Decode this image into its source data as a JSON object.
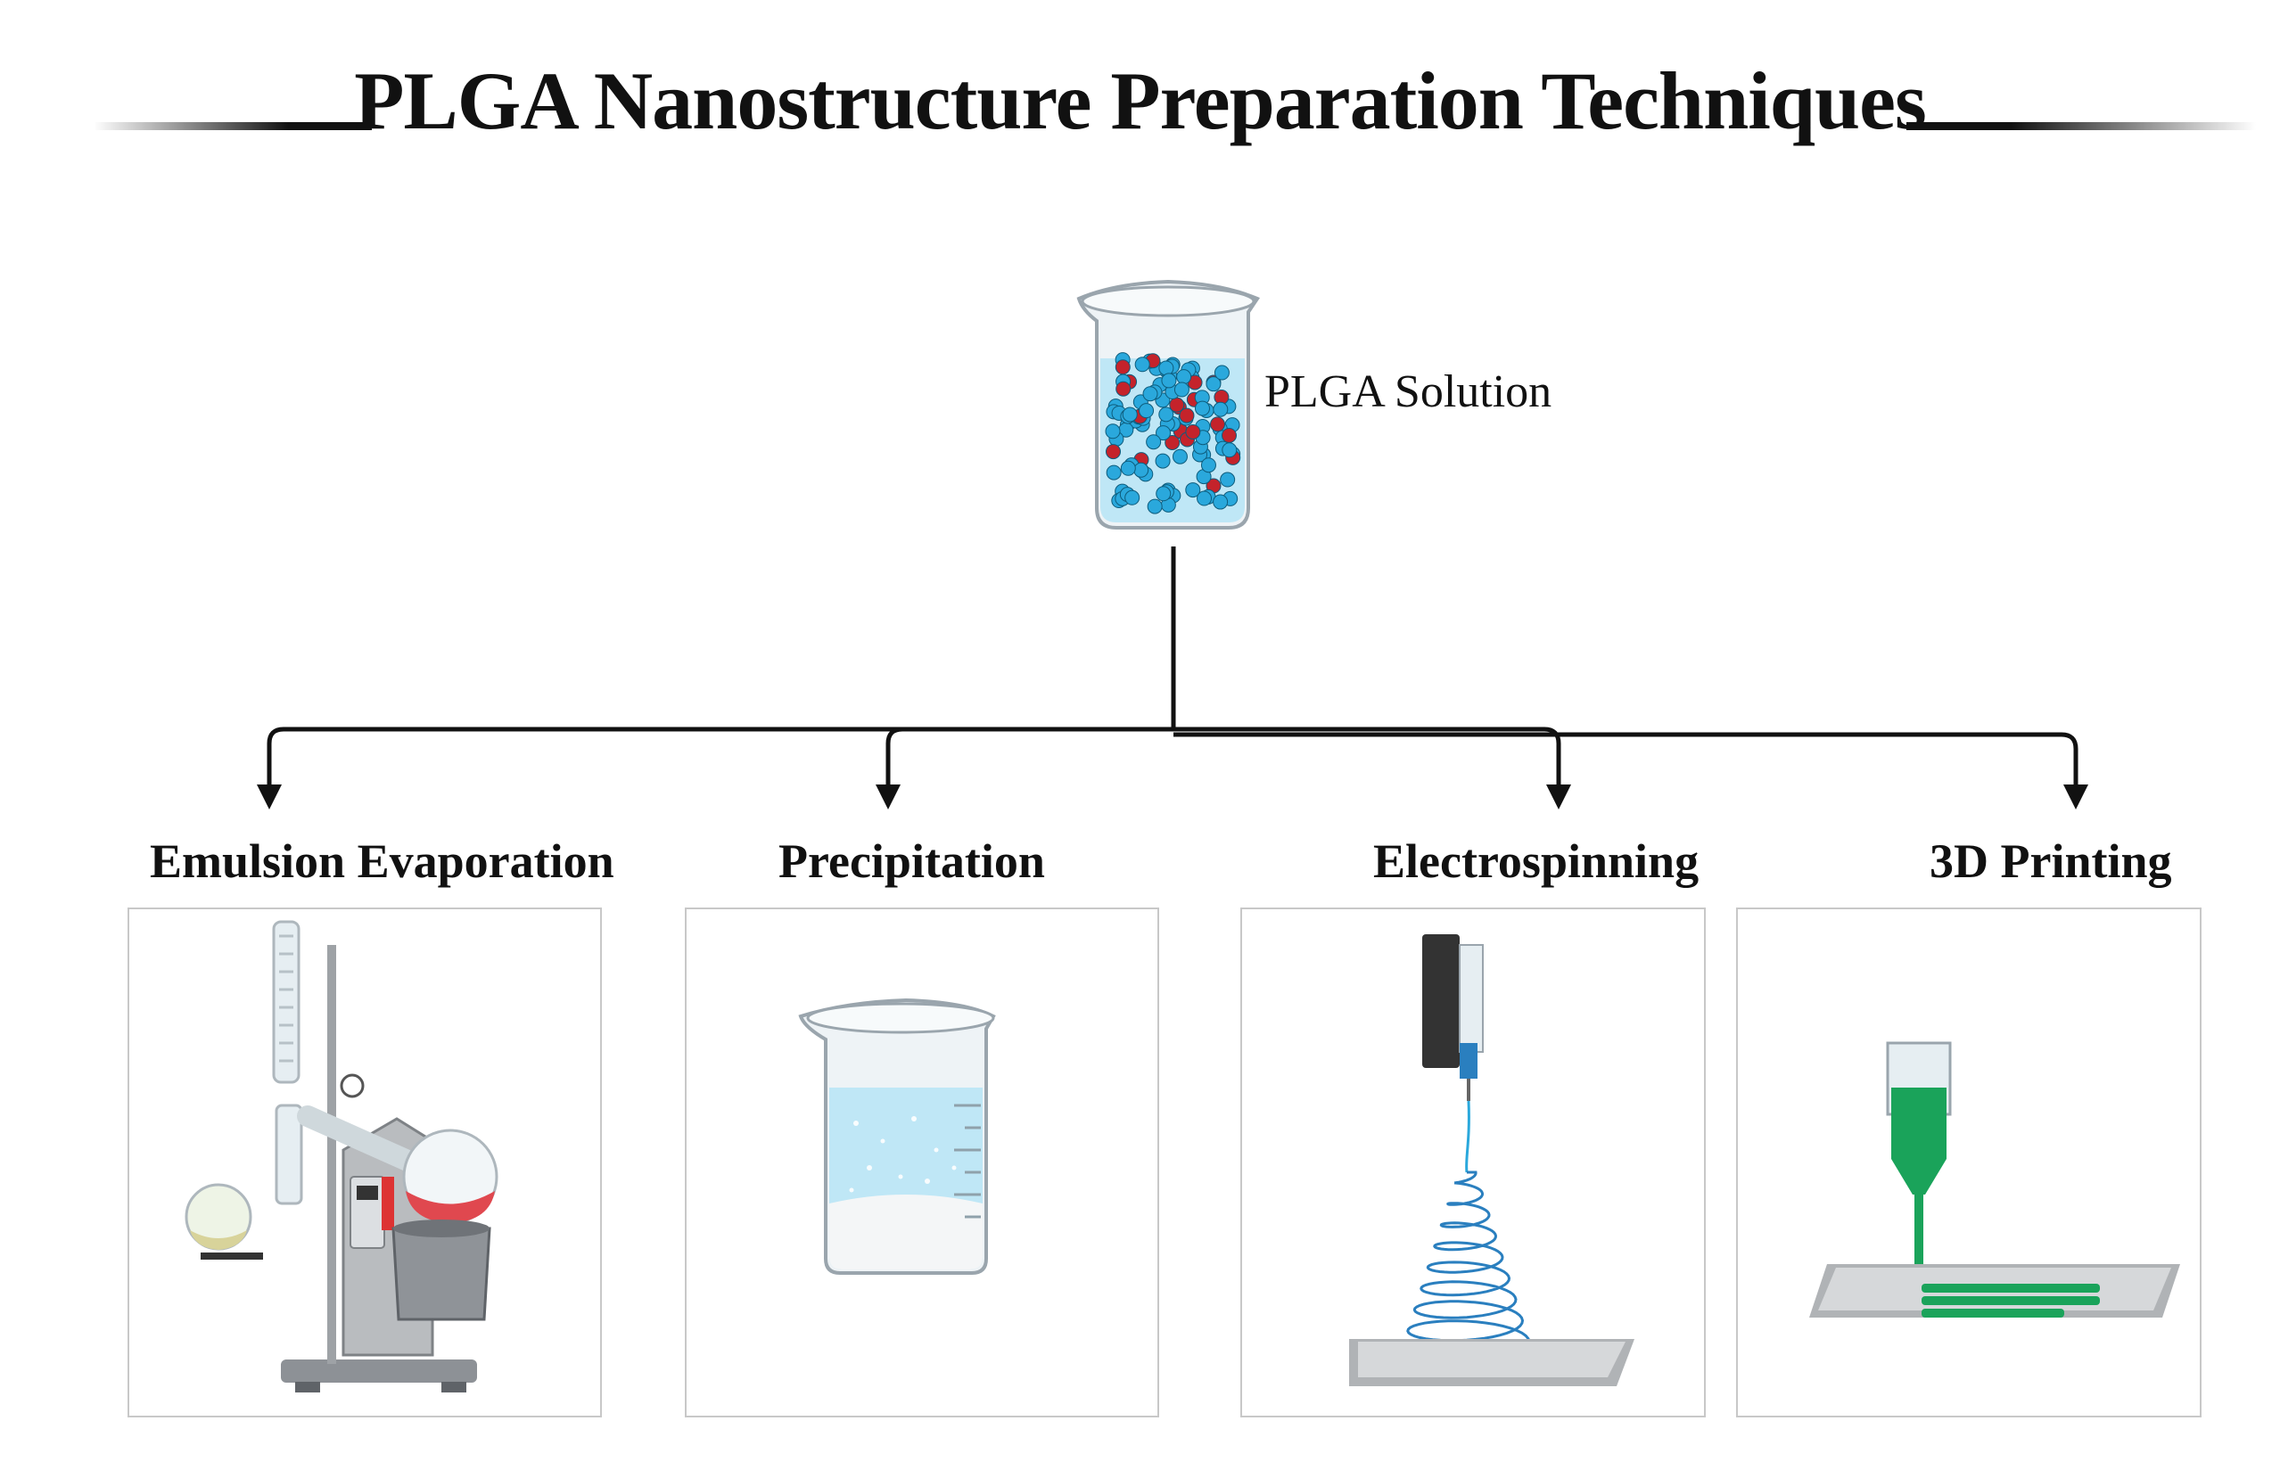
{
  "title": "PLGA Nanostructure Preparation Techniques",
  "root": {
    "label": "PLGA Solution",
    "icon": "beaker-with-particles-icon"
  },
  "methods": [
    {
      "label": "Emulsion Evaporation",
      "icon": "rotary-evaporator-icon"
    },
    {
      "label": "Precipitation",
      "icon": "beaker-precipitate-icon"
    },
    {
      "label": "Electrospinning",
      "icon": "electrospinning-setup-icon"
    },
    {
      "label": "3D Printing",
      "icon": "3d-printer-nozzle-icon"
    }
  ],
  "colors": {
    "connector": "#111111",
    "particle_blue": "#2aa8dc",
    "particle_red": "#c4232b",
    "liquid": "#bfe7f6",
    "print_green": "#1aa35a",
    "flask_red": "#e0484f"
  }
}
